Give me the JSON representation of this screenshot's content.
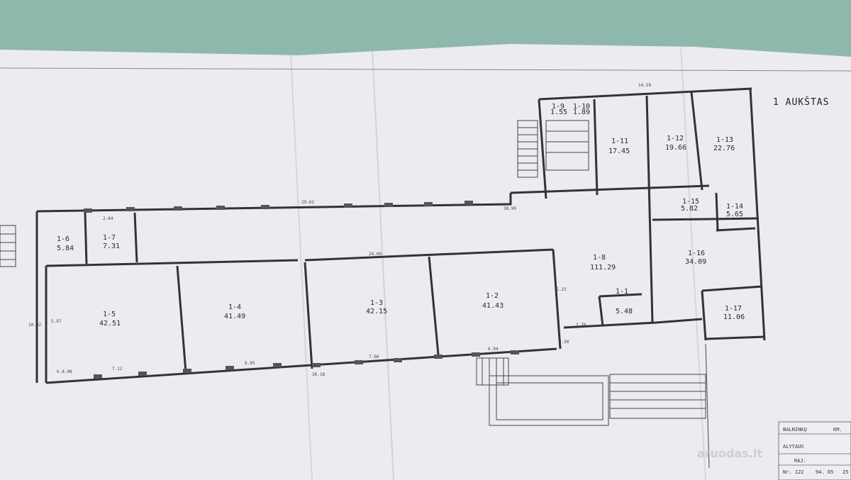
{
  "sheet_title": "1 AUKŠTAS",
  "rooms": [
    {
      "id": "1-1",
      "area": "5.48"
    },
    {
      "id": "1-2",
      "area": "41.43"
    },
    {
      "id": "1-3",
      "area": "42.15"
    },
    {
      "id": "1-4",
      "area": "41.49"
    },
    {
      "id": "1-5",
      "area": "42.51"
    },
    {
      "id": "1-6",
      "area": "5.84"
    },
    {
      "id": "1-7",
      "area": "7.31"
    },
    {
      "id": "1-8",
      "area": "111.29"
    },
    {
      "id": "1-9",
      "area": "1.55"
    },
    {
      "id": "1-10",
      "area": "1.89"
    },
    {
      "id": "1-11",
      "area": "17.45"
    },
    {
      "id": "1-12",
      "area": "19.66"
    },
    {
      "id": "1-13",
      "area": "22.76"
    },
    {
      "id": "1-14",
      "area": "5.65"
    },
    {
      "id": "1-15",
      "area": "5.82"
    },
    {
      "id": "1-16",
      "area": "34.09"
    },
    {
      "id": "1-17",
      "area": "11.06"
    }
  ],
  "dimensions": [
    "29.62",
    "30.90",
    "24.60",
    "14.50",
    "7.12",
    "6.95",
    "7.06",
    "6.94",
    "10.02",
    "5.97",
    "2.64",
    "2.76",
    "5.23",
    "3.50",
    "30.18",
    "k.8.08"
  ],
  "stamp": {
    "line1": "BALNINKŲ",
    "line2": "KM.",
    "line3": "ALYTAUS",
    "line4": "RAJ.",
    "line5": "Nr. 122",
    "line6": "94. 05",
    "line7": "25"
  },
  "watermark": "aruodas.lt"
}
